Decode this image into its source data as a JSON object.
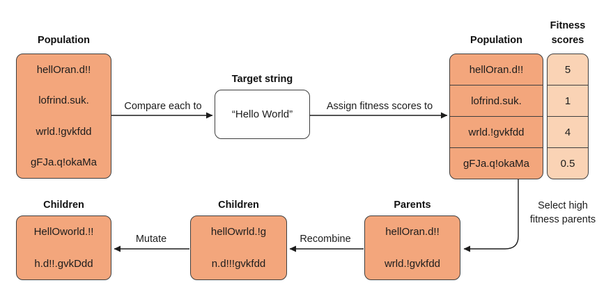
{
  "colors": {
    "box_fill": "#f3a67c",
    "score_fill": "#fad3b5",
    "target_fill": "#ffffff",
    "border": "#3e3e3e",
    "text": "#1c1c1c"
  },
  "population_initial": {
    "title": "Population",
    "items": [
      "hellOran.d!!",
      "lofrind.suk.",
      "wrld.!gvkfdd",
      "gFJa.q!okaMa"
    ]
  },
  "target": {
    "title": "Target string",
    "value": "“Hello World”"
  },
  "population_scored": {
    "title": "Population",
    "scores_title": "Fitness scores",
    "rows": [
      {
        "text": "hellOran.d!!",
        "score": "5"
      },
      {
        "text": "lofrind.suk.",
        "score": "1"
      },
      {
        "text": "wrld.!gvkfdd",
        "score": "4"
      },
      {
        "text": "gFJa.q!okaMa",
        "score": "0.5"
      }
    ]
  },
  "parents": {
    "title": "Parents",
    "items": [
      "hellOran.d!!",
      "wrld.!gvkfdd"
    ]
  },
  "children_recombined": {
    "title": "Children",
    "items": [
      "hellOwrld.!g",
      "n.d!!!gvkfdd"
    ]
  },
  "children_mutated": {
    "title": "Children",
    "items": [
      "HellOworld.!!",
      "h.d!!.gvkDdd"
    ]
  },
  "edge_labels": {
    "compare": "Compare each to",
    "assign": "Assign fitness scores to",
    "select": "Select high fitness parents",
    "recombine": "Recombine",
    "mutate": "Mutate"
  }
}
